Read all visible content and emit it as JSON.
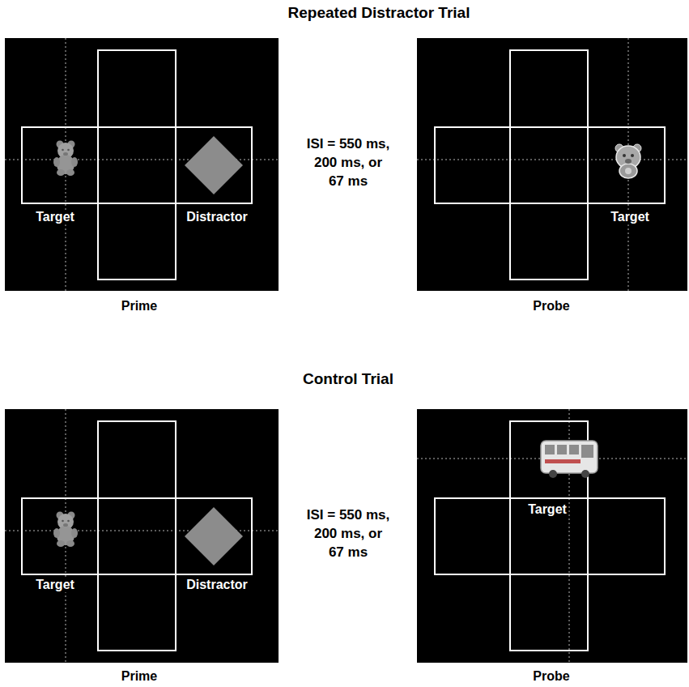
{
  "diagram": {
    "nodes": [
      {
        "text": [
          "Target",
          "Distractor",
          "Prime"
        ]
      },
      {
        "text": [
          "Target",
          "Probe"
        ]
      },
      {
        "text": [
          "Target",
          "Distractor",
          "Prime"
        ]
      },
      {
        "text": [
          "Target",
          "Probe"
        ]
      }
    ],
    "labels": [
      "Repeated Distractor Trial",
      "ISI = 550 ms, 200 ms, or 67 ms",
      "Control Trial",
      "ISI = 550 ms, 200 ms, or 67 ms"
    ]
  }
}
